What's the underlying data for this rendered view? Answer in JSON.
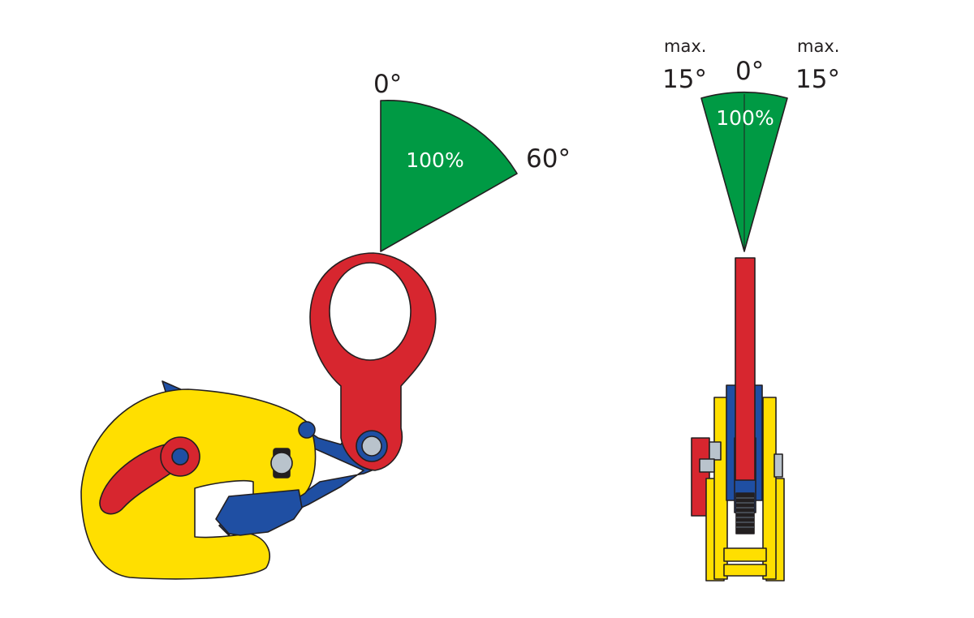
{
  "side_view": {
    "angle_start": "0°",
    "angle_end": "60°",
    "load": "100%"
  },
  "front_view": {
    "center_angle": "0°",
    "left_max": "max.",
    "left_angle": "15°",
    "right_max": "max.",
    "right_angle": "15°",
    "load": "100%"
  },
  "colors": {
    "green": "#009a44",
    "red": "#d7262f",
    "blue": "#1f4fa3",
    "yellow": "#ffdf00",
    "outline": "#231f20",
    "gray": "#b9c3cc"
  }
}
